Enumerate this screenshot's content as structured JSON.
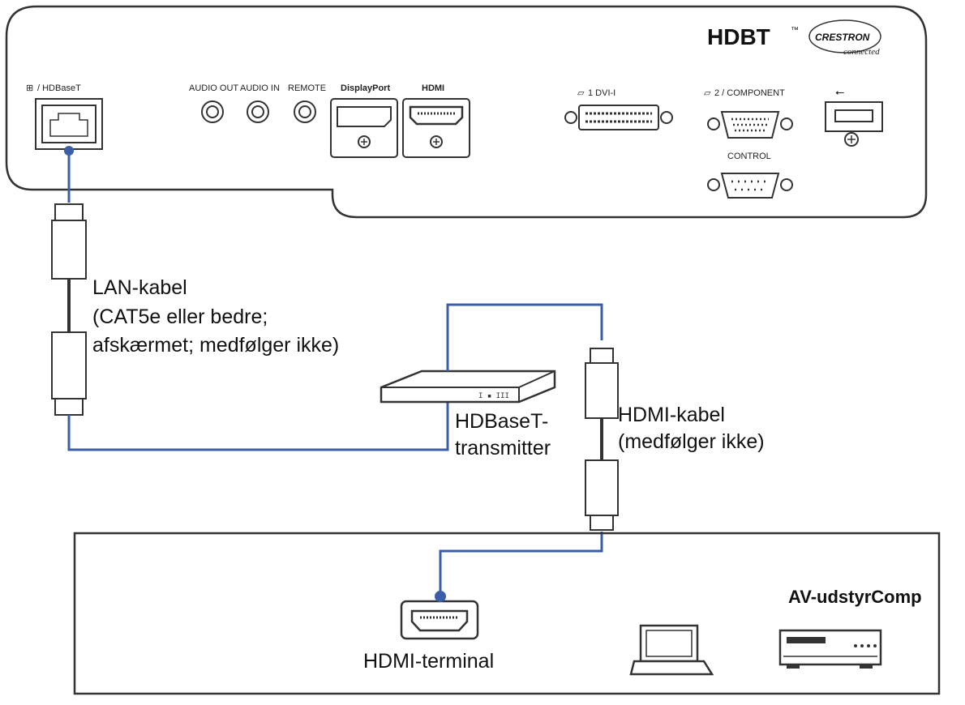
{
  "projector": {
    "logo_hdbt": "HDBT",
    "logo_hdbt_tm": "™",
    "logo_crestron": "CRESTRON",
    "logo_connected": "connected",
    "ports": {
      "hdbaset_label": "/ HDBaseT",
      "audio_out_label": "AUDIO OUT",
      "audio_in_label": "AUDIO IN",
      "remote_label": "REMOTE",
      "displayport_label": "DisplayPort",
      "hdmi_label": "HDMI",
      "dvi_label": "1 DVI-I",
      "component_label": "2 / COMPONENT",
      "control_label": "CONTROL"
    }
  },
  "lan_cable": {
    "line1": "LAN-kabel",
    "line2": "(CAT5e eller bedre;",
    "line3": "afskærmet; medfølger ikke)"
  },
  "transmitter": {
    "line1": "HDBaseT-",
    "line2": "transmitter"
  },
  "hdmi_cable": {
    "line1": "HDMI-kabel",
    "line2": "(medfølger ikke)"
  },
  "av_box": {
    "title": "AV-udstyrComp",
    "hdmi_terminal": "HDMI-terminal"
  },
  "colors": {
    "cable": "#3a5ea8",
    "outline": "#333333"
  }
}
